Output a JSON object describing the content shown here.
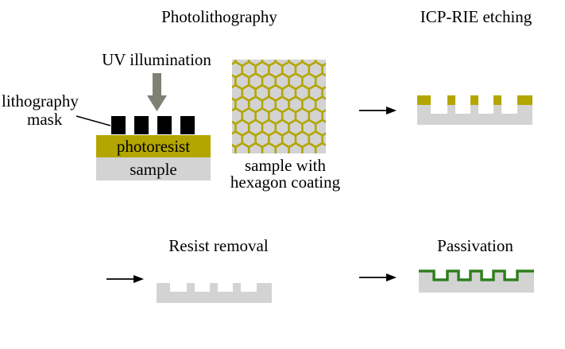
{
  "titles": {
    "photolithography": "Photolithography",
    "etching": "ICP-RIE etching",
    "resist_removal": "Resist removal",
    "passivation": "Passivation"
  },
  "labels": {
    "uv": "UV illumination",
    "mask_line1": "lithography",
    "mask_line2": "mask",
    "photoresist": "photoresist",
    "sample": "sample",
    "coating_line1": "sample with",
    "coating_line2": "hexagon coating"
  },
  "colors": {
    "photoresist": "#b3a600",
    "sample": "#d3d3d3",
    "mask": "#000000",
    "uv_arrow": "#808074",
    "passivation": "#2e7d1e",
    "hexagon_fill": "#d3d3d3",
    "hexagon_edge": "#b3a600",
    "arrow": "#000000"
  }
}
